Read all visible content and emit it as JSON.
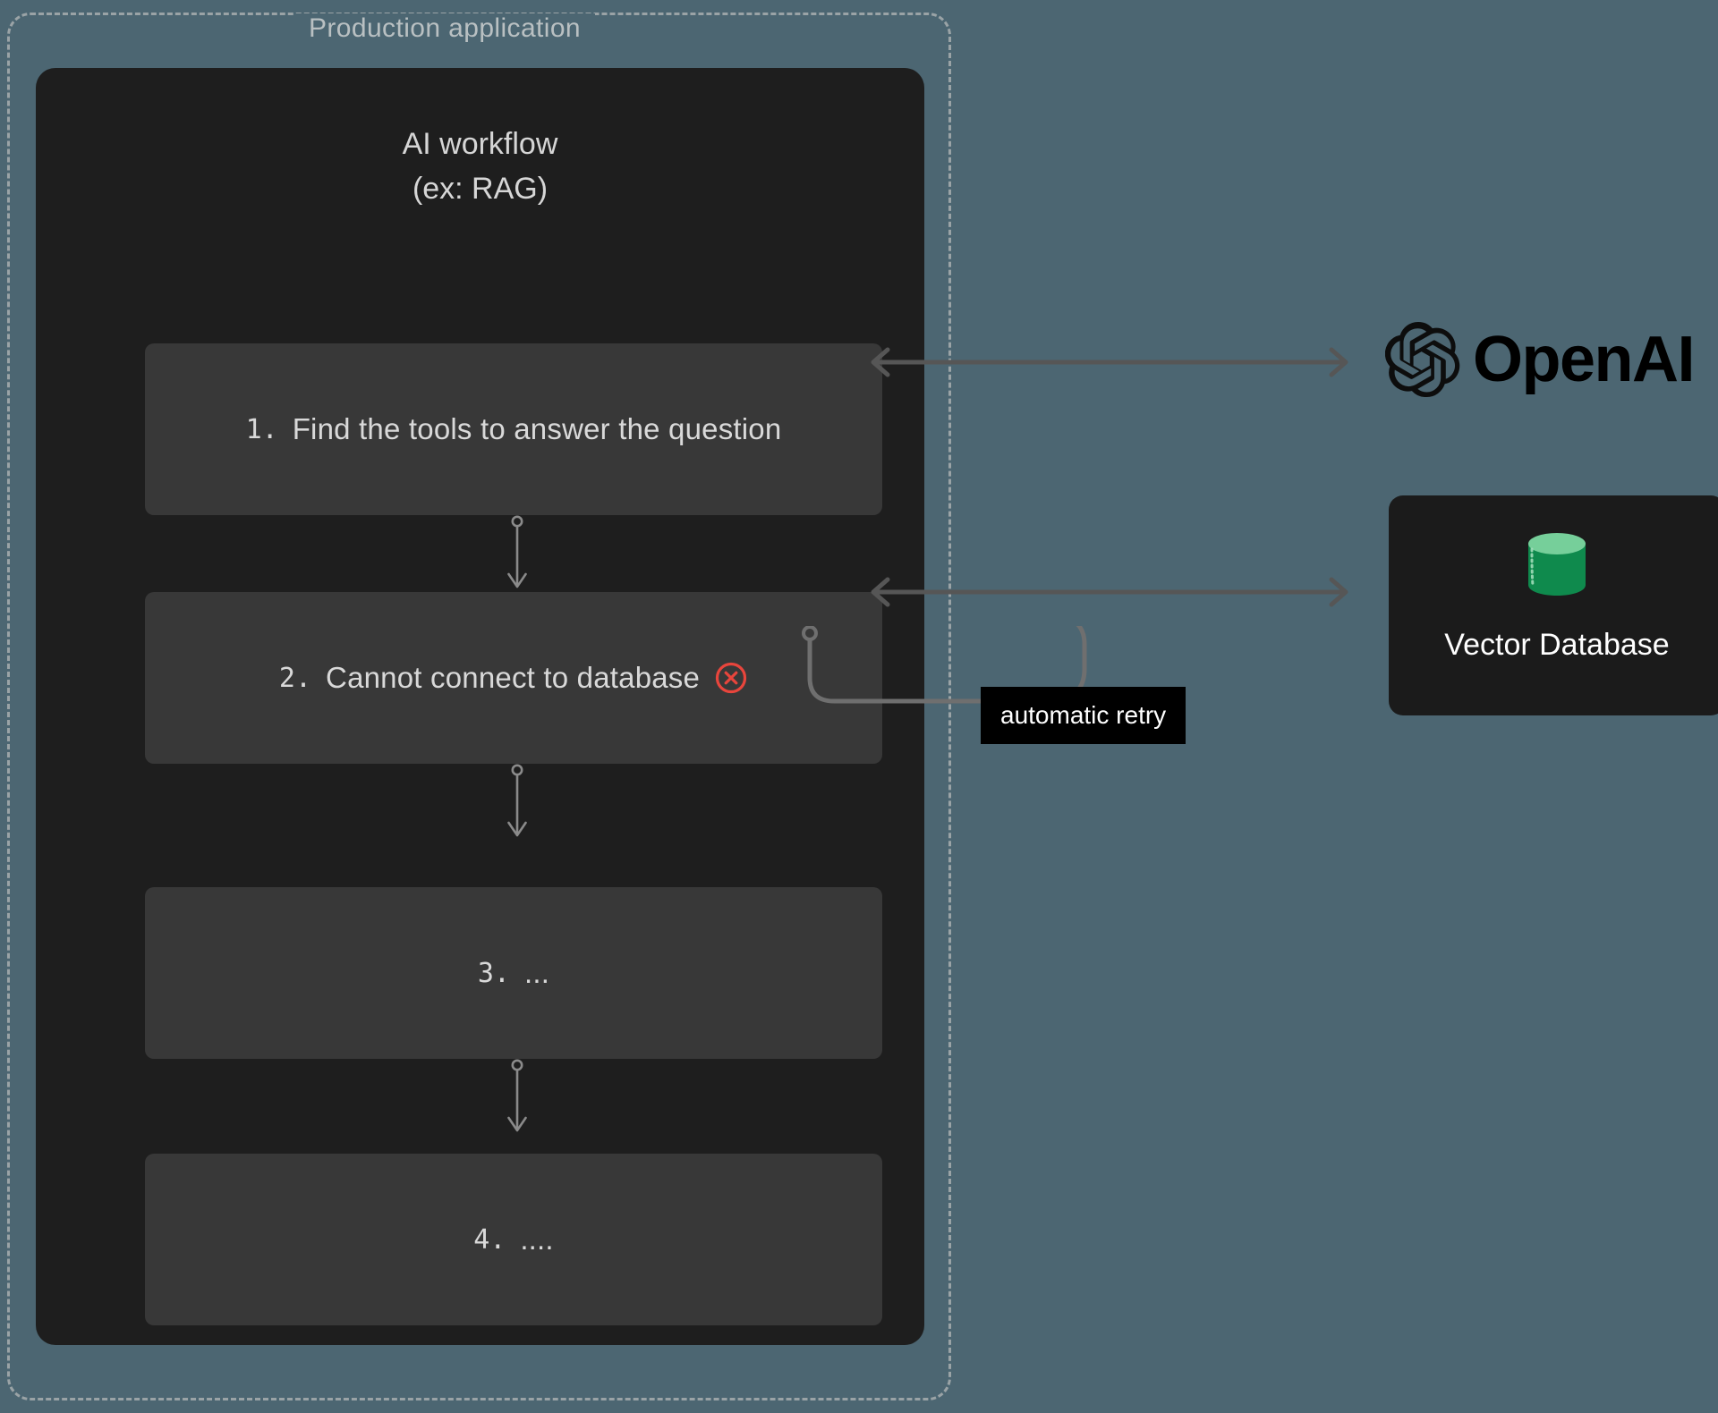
{
  "container": {
    "label": "Production application"
  },
  "workflow": {
    "title": "AI workflow\n(ex: RAG)",
    "steps": [
      {
        "num": "1.",
        "text": "Find the tools to answer the question",
        "has_error": false
      },
      {
        "num": "2.",
        "text": "Cannot connect to database",
        "has_error": true
      },
      {
        "num": "3.",
        "text": "...",
        "has_error": false
      },
      {
        "num": "4.",
        "text": "....",
        "has_error": false
      }
    ]
  },
  "retry": {
    "label": "automatic retry"
  },
  "services": {
    "openai": {
      "name": "OpenAI",
      "icon": "openai-blossom-icon"
    },
    "vector_db": {
      "name": "Vector Database",
      "icon": "database-cylinder-icon"
    }
  },
  "colors": {
    "background": "#4c6672",
    "card": "#1e1e1e",
    "step": "#383838",
    "text": "#d9d9d9",
    "dashed_border": "#9aa3a6",
    "arrow": "#565656",
    "error": "#e8453c",
    "db_green": "#0f8a4d",
    "db_green_light": "#76cf9a",
    "retry_label_bg": "#000000"
  }
}
